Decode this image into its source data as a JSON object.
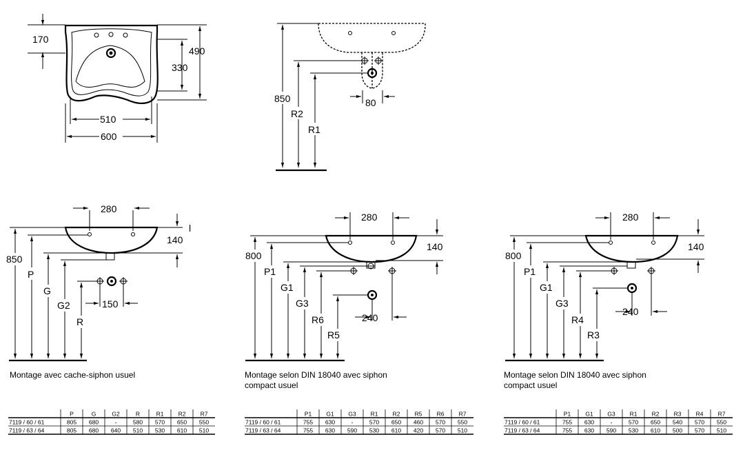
{
  "views": {
    "top": {
      "dims": {
        "d170": "170",
        "d490": "490",
        "d330": "330",
        "d510": "510",
        "d600": "600"
      }
    },
    "side": {
      "dims": {
        "d850": "850",
        "R2": "R2",
        "R1": "R1",
        "d80": "80"
      }
    },
    "front1": {
      "dims": {
        "d280": "280",
        "d140": "140",
        "d850": "850",
        "P": "P",
        "G": "G",
        "G2": "G2",
        "R": "R",
        "d150": "150"
      },
      "caption": "Montage avec cache-siphon usuel"
    },
    "front2": {
      "dims": {
        "d280": "280",
        "d140": "140",
        "d800": "800",
        "P1": "P1",
        "G1": "G1",
        "G3": "G3",
        "R6": "R6",
        "R5": "R5",
        "d240": "240"
      },
      "caption": [
        "Montage selon DIN 18040 avec siphon",
        "compact usuel"
      ]
    },
    "front3": {
      "dims": {
        "d280": "280",
        "d140": "140",
        "d800": "800",
        "P1": "P1",
        "G1": "G1",
        "G3": "G3",
        "R4": "R4",
        "R3": "R3",
        "d240": "240"
      },
      "caption": [
        "Montage selon DIN 18040 avec siphon",
        "compact usuel"
      ]
    }
  },
  "tables": [
    {
      "headers": [
        "",
        "P",
        "G",
        "G2",
        "R",
        "R1",
        "R2",
        "R7"
      ],
      "rows": [
        [
          "7119 / 60 / 61",
          "805",
          "680",
          "-",
          "580",
          "570",
          "650",
          "550"
        ],
        [
          "7119 / 63 / 64",
          "805",
          "680",
          "640",
          "510",
          "530",
          "610",
          "510"
        ]
      ]
    },
    {
      "headers": [
        "",
        "P1",
        "G1",
        "G3",
        "R1",
        "R2",
        "R5",
        "R6",
        "R7"
      ],
      "rows": [
        [
          "7119 / 60 / 61",
          "755",
          "630",
          "-",
          "570",
          "650",
          "460",
          "570",
          "550"
        ],
        [
          "7119 / 63 / 64",
          "755",
          "630",
          "590",
          "530",
          "610",
          "420",
          "570",
          "510"
        ]
      ]
    },
    {
      "headers": [
        "",
        "P1",
        "G1",
        "G3",
        "R1",
        "R2",
        "R3",
        "R4",
        "R7"
      ],
      "rows": [
        [
          "7119 / 60 / 61",
          "755",
          "630",
          "-",
          "570",
          "650",
          "540",
          "570",
          "550"
        ],
        [
          "7119 / 63 / 64",
          "755",
          "630",
          "590",
          "530",
          "610",
          "500",
          "570",
          "510"
        ]
      ]
    }
  ]
}
